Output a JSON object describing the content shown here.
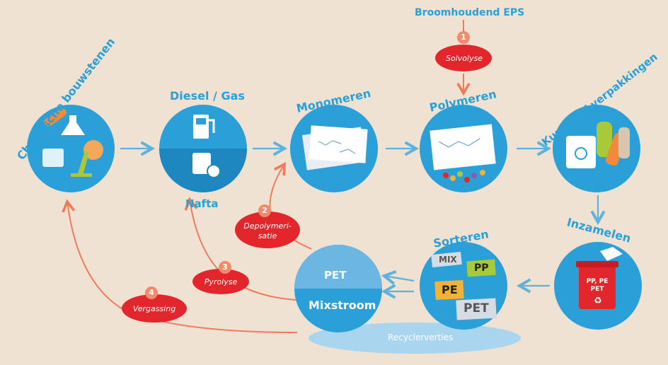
{
  "top_source": "Broomhoudend EPS",
  "nodes": {
    "chem": "Chemische bouwstenen",
    "diesel": "Diesel / Gas",
    "nafta": "Nafta",
    "mono": "Monomeren",
    "poly": "Polymeren",
    "pack": "Kunststof verpakkingen",
    "collect": "Inzamelen",
    "sort": "Sorteren",
    "pet": "PET",
    "mix": "Mixstroom",
    "recycle": "Recyclerverties"
  },
  "processes": [
    {
      "num": "1",
      "label": "Solvolyse"
    },
    {
      "num": "2",
      "label_line1": "Depolymeri-",
      "label_line2": "satie"
    },
    {
      "num": "3",
      "label": "Pyrolyse"
    },
    {
      "num": "4",
      "label": "Vergassing"
    }
  ],
  "sort_tags": [
    "MIX",
    "PP",
    "PE",
    "PET"
  ],
  "bin_label_line1": "PP, PE",
  "bin_label_line2": "PET",
  "colors": {
    "blue": "#2a9fd8",
    "red": "#e3262b",
    "arrow_red": "#ef7b5a",
    "arrow_blue": "#5bb3de",
    "bg": "#efe2d2"
  }
}
